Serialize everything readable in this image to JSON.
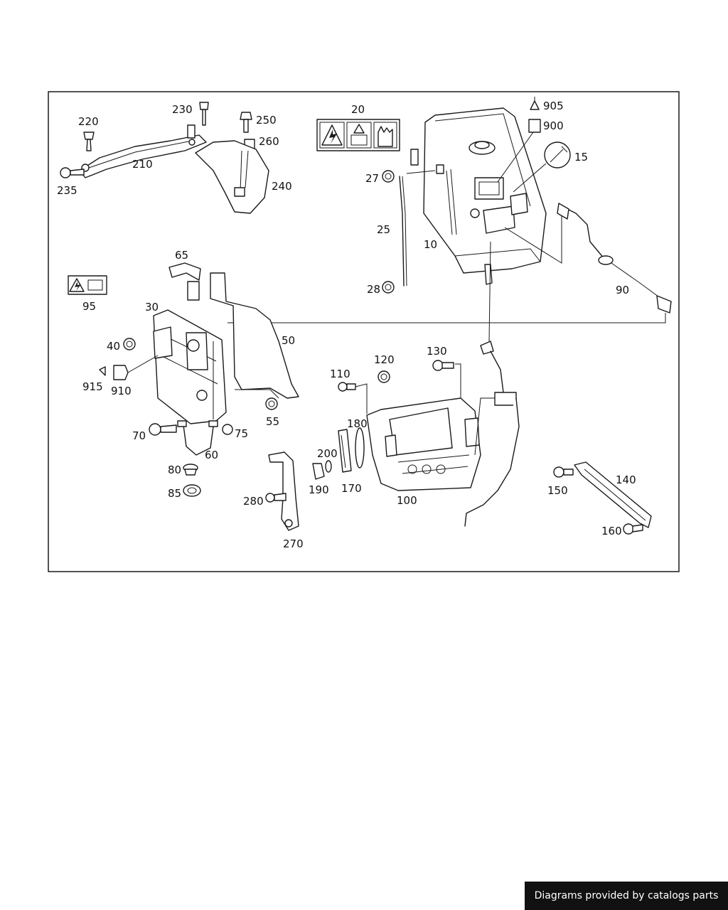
{
  "diagram": {
    "callouts": {
      "p220": "220",
      "p230": "230",
      "p250": "250",
      "p260": "260",
      "p210": "210",
      "p235": "235",
      "p240": "240",
      "p20": "20",
      "p905": "905",
      "p900": "900",
      "p15": "15",
      "p27": "27",
      "p25": "25",
      "p10": "10",
      "p28": "28",
      "p90": "90",
      "p65": "65",
      "p95": "95",
      "p30": "30",
      "p50": "50",
      "p40": "40",
      "p915": "915",
      "p910": "910",
      "p55": "55",
      "p110": "110",
      "p120": "120",
      "p130": "130",
      "p180": "180",
      "p200": "200",
      "p70": "70",
      "p75": "75",
      "p60": "60",
      "p80": "80",
      "p85": "85",
      "p280": "280",
      "p190": "190",
      "p170": "170",
      "p100": "100",
      "p150": "150",
      "p140": "140",
      "p160": "160",
      "p270": "270"
    }
  },
  "footer": {
    "text": "Diagrams provided by catalogs parts"
  }
}
